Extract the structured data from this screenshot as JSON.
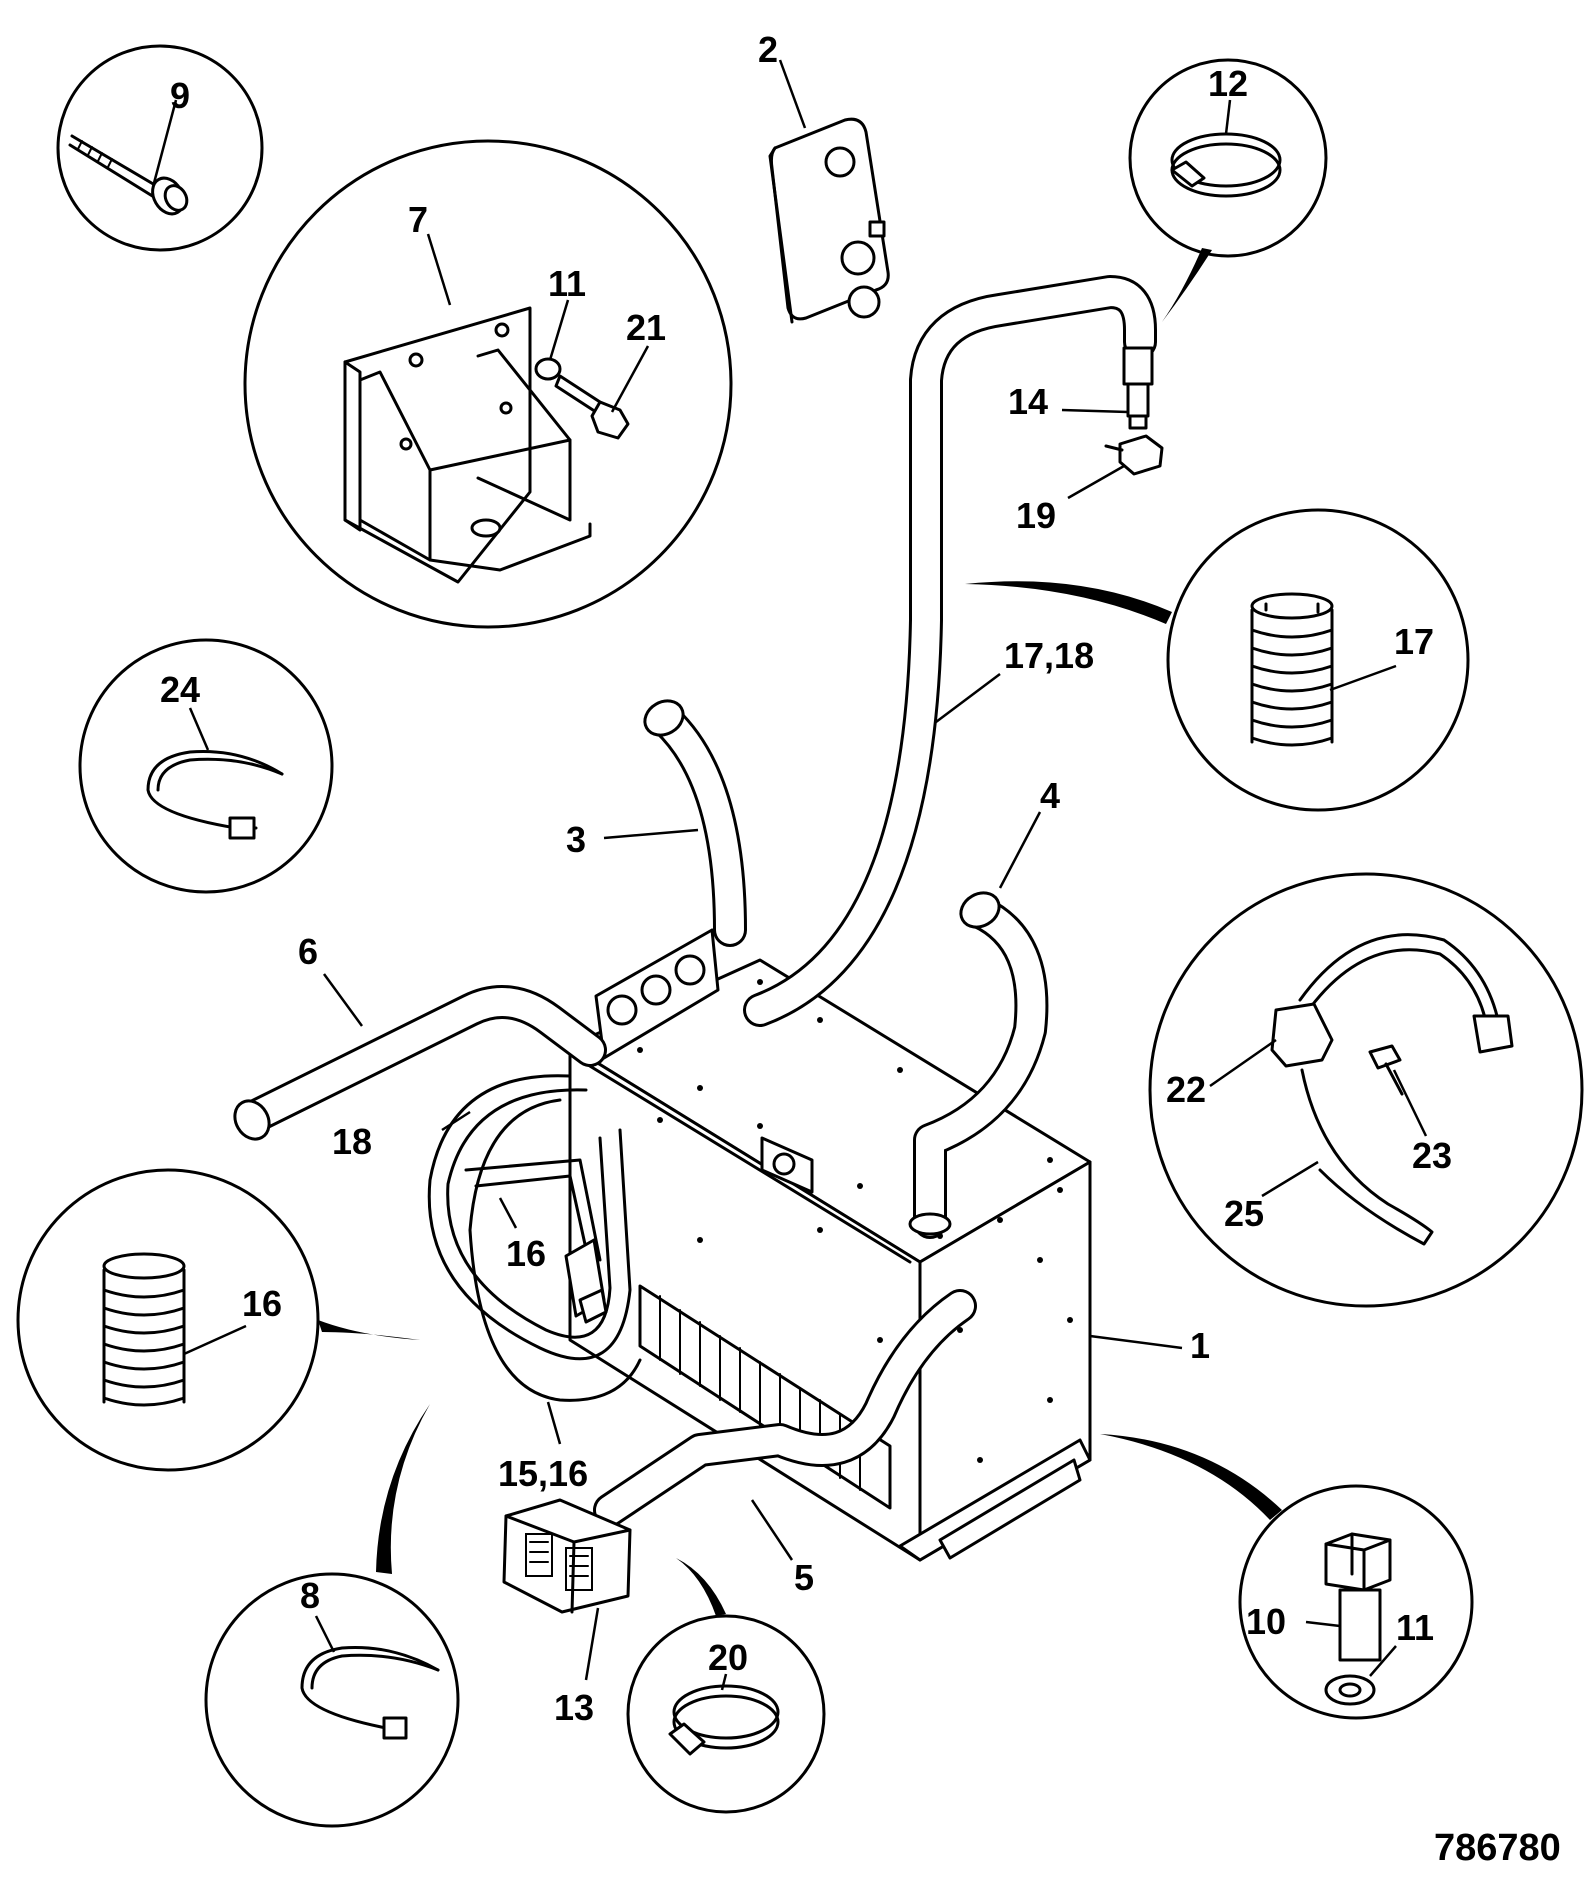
{
  "diagram": {
    "reference_number": "786780",
    "callouts": {
      "c1": "1",
      "c2": "2",
      "c3": "3",
      "c4": "4",
      "c5": "5",
      "c6": "6",
      "c7": "7",
      "c8": "8",
      "c9": "9",
      "c10": "10",
      "c11_bracket": "11",
      "c11_bolt": "11",
      "c12": "12",
      "c13": "13",
      "c14": "14",
      "c15_16": "15,16",
      "c16_main": "16",
      "c16_detail": "16",
      "c17_detail": "17",
      "c17_18": "17,18",
      "c18": "18",
      "c19": "19",
      "c20": "20",
      "c21": "21",
      "c22": "22",
      "c23": "23",
      "c24": "24",
      "c25": "25"
    }
  }
}
